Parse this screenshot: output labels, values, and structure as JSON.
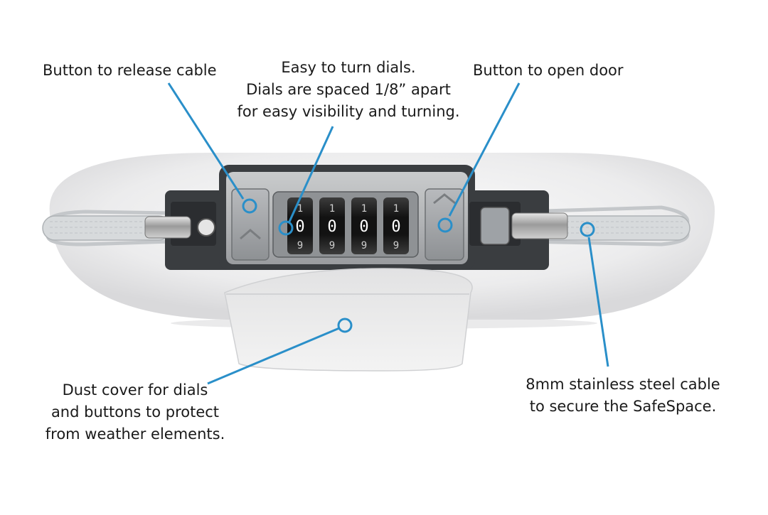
{
  "callouts": {
    "release": {
      "lines": [
        "Button to release cable"
      ]
    },
    "dials": {
      "lines": [
        "Easy to turn dials.",
        "Dials are spaced 1/8” apart",
        "for easy visibility and turning."
      ]
    },
    "door": {
      "lines": [
        "Button to open door"
      ]
    },
    "dust": {
      "lines": [
        "Dust cover for dials",
        "and buttons to protect",
        "from weather elements."
      ]
    },
    "cable": {
      "lines": [
        "8mm stainless steel cable",
        "to secure the SafeSpace."
      ]
    }
  },
  "dials": {
    "top_digits": [
      "1",
      "1",
      "1",
      "1"
    ],
    "mid_digits": [
      "0",
      "0",
      "0",
      "0"
    ],
    "bottom_digits": [
      "9",
      "9",
      "9",
      "9"
    ]
  },
  "colors": {
    "accent": "#2a8fc9",
    "text": "#1a1a1a",
    "housing": "#e9e9ea",
    "lock_frame": "#3a3d40",
    "dial": "#151515"
  }
}
